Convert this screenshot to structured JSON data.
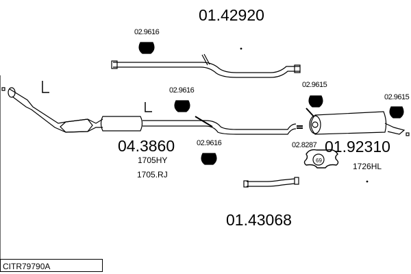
{
  "diagram": {
    "parts": {
      "rear_pipe": "01.42920",
      "catalyst": "04.3860",
      "rear_silencer": "01.92310",
      "tail_pipe": "01.43068"
    },
    "catalyst_refs": [
      "1705HY",
      "1705.RJ"
    ],
    "silencer_ref": "1726HL",
    "mounts": {
      "m1": "02.9616",
      "m2": "02.9616",
      "m3": "02.9616",
      "m4": "02.9615",
      "m5": "02.9615",
      "clamp": "02.8287",
      "clamp_size": "69"
    },
    "reference_code": "CITR79790A"
  }
}
